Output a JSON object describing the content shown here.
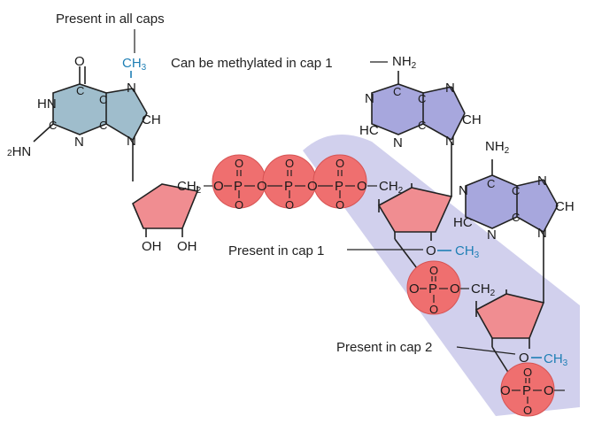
{
  "annotations": {
    "present_all_caps": "Present in all caps",
    "methylated_cap1": "Can be methylated in cap 1",
    "present_cap1": "Present in cap 1",
    "present_cap2": "Present in cap 2"
  },
  "atoms": {
    "ch3": "CH",
    "three": "3",
    "nh": "NH",
    "two": "2",
    "o": "O",
    "p": "P",
    "n": "N",
    "c": "C",
    "h": "H",
    "hn": "HN",
    "ch": "CH",
    "hc": "HC",
    "ch2": "CH",
    "oh": "OH",
    "minus": "-"
  },
  "colors": {
    "guanine": "#9fbdcc",
    "adenine": "#a7a7dd",
    "ribose": "#f08d91",
    "phosphate": "#ef6f6f",
    "band": "#c9c8ea",
    "methyl": "#1f7fb5"
  }
}
